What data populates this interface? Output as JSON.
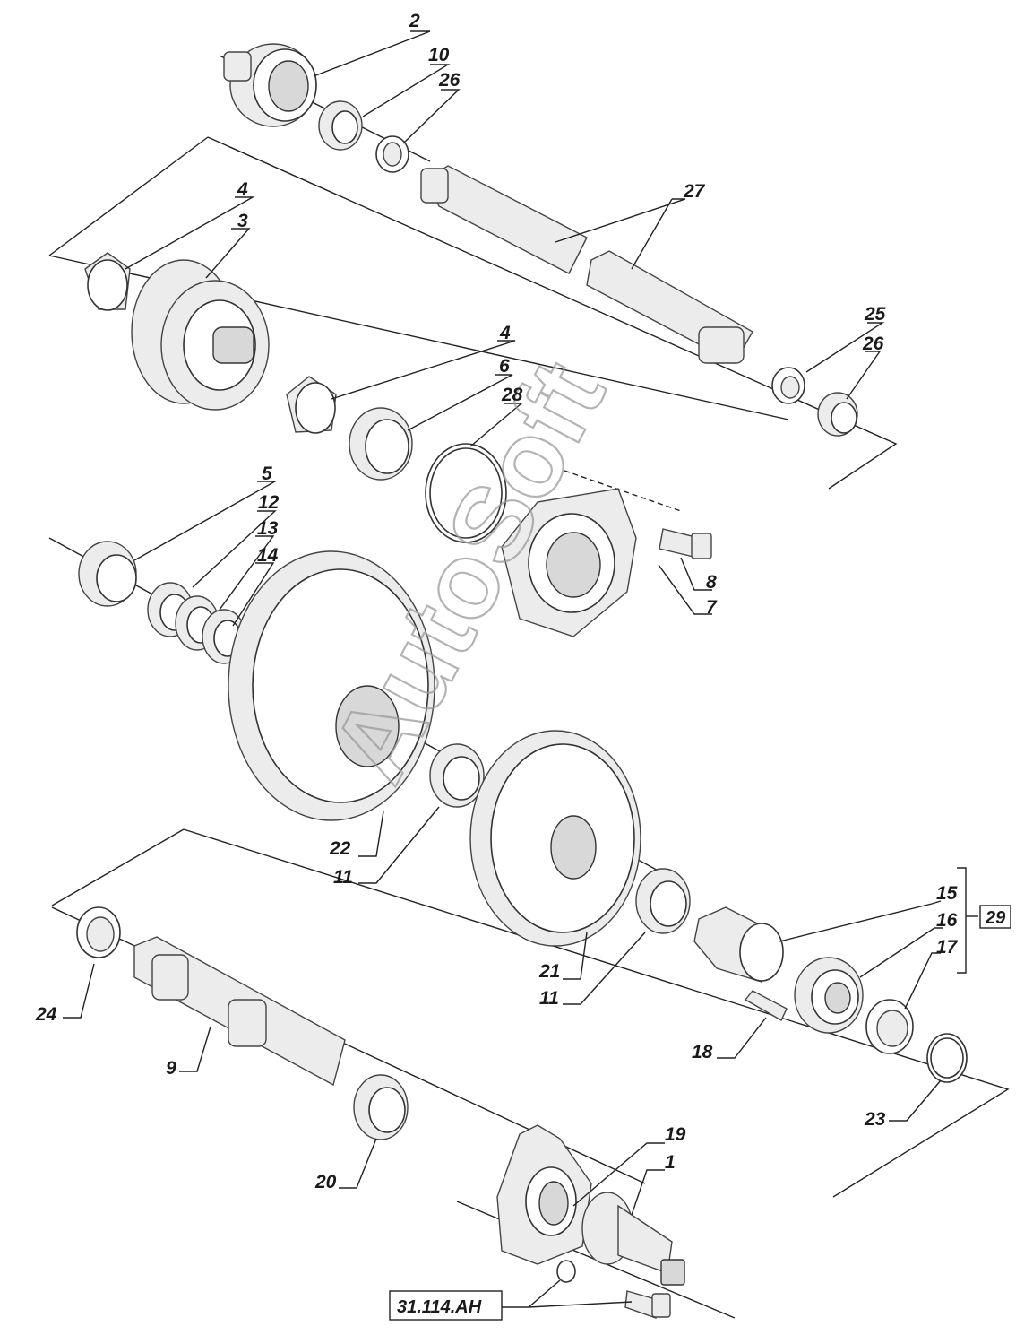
{
  "diagram": {
    "watermark": "AutoSoft",
    "group_reference": "29",
    "external_reference": "31.114.AH",
    "labels": [
      "1",
      "2",
      "3",
      "4",
      "4",
      "5",
      "6",
      "7",
      "8",
      "9",
      "10",
      "11",
      "11",
      "12",
      "13",
      "14",
      "15",
      "16",
      "17",
      "18",
      "19",
      "20",
      "21",
      "22",
      "23",
      "24",
      "25",
      "26",
      "26",
      "27",
      "28"
    ],
    "colors": {
      "line": "#222222",
      "part_fill": "#ececec",
      "background": "#ffffff"
    }
  }
}
